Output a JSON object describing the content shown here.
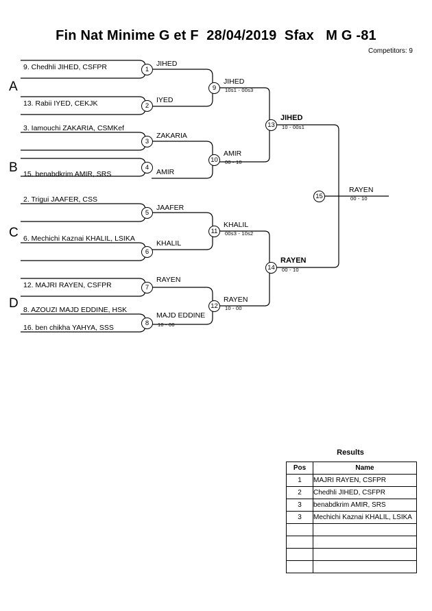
{
  "header": {
    "title": "Fin Nat Minime G et F  28/04/2019  Sfax   M G -81",
    "competitors": "Competitors: 9"
  },
  "groups": [
    {
      "label": "A"
    },
    {
      "label": "B"
    },
    {
      "label": "C"
    },
    {
      "label": "D"
    }
  ],
  "round1": [
    {
      "num": "1",
      "top_player": "",
      "bottom_player": "9. Chedhli JIHED, CSFPR",
      "winner": "JIHED",
      "score": ""
    },
    {
      "num": "2",
      "top_player": "13. Rabii IYED, CEKJK",
      "bottom_player": "",
      "winner": "IYED",
      "score": ""
    },
    {
      "num": "3",
      "top_player": "3. Iamouchi ZAKARIA, CSMKef",
      "bottom_player": "",
      "winner": "ZAKARIA",
      "score": ""
    },
    {
      "num": "4",
      "top_player": "",
      "bottom_player": "15. benabdkrim AMIR, SRS",
      "winner": "AMIR",
      "score": ""
    },
    {
      "num": "5",
      "top_player": "2. Trigui JAAFER, CSS",
      "bottom_player": "",
      "winner": "JAAFER",
      "score": ""
    },
    {
      "num": "6",
      "top_player": "6. Mechichi Kaznai KHALIL, LSIKA",
      "bottom_player": "",
      "winner": "KHALIL",
      "score": ""
    },
    {
      "num": "7",
      "top_player": "",
      "bottom_player": "12. MAJRI RAYEN, CSFPR",
      "winner": "RAYEN",
      "score": ""
    },
    {
      "num": "8",
      "top_player": "8. AZOUZI MAJD EDDINE, HSK",
      "bottom_player": "16. ben chikha YAHYA, SSS",
      "winner": "MAJD EDDINE",
      "score": "10 - 00"
    }
  ],
  "round2": [
    {
      "num": "9",
      "winner": "JIHED",
      "score": "10s1 - 00s3"
    },
    {
      "num": "10",
      "winner": "AMIR",
      "score": "00 - 10"
    },
    {
      "num": "11",
      "winner": "KHALIL",
      "score": "00s3 - 10s2"
    },
    {
      "num": "12",
      "winner": "RAYEN",
      "score": "10 - 00"
    }
  ],
  "semifinals": [
    {
      "num": "13",
      "winner": "JIHED",
      "score": "10 - 00s1"
    },
    {
      "num": "14",
      "winner": "RAYEN",
      "score": "00 - 10"
    }
  ],
  "final": {
    "num": "15",
    "winner": "RAYEN",
    "score": "00 - 10"
  },
  "results": {
    "title": "Results",
    "columns": [
      "Pos",
      "Name"
    ],
    "rows": [
      {
        "pos": "1",
        "name": "MAJRI RAYEN, CSFPR"
      },
      {
        "pos": "2",
        "name": "Chedhli JIHED, CSFPR"
      },
      {
        "pos": "3",
        "name": "benabdkrim AMIR, SRS"
      },
      {
        "pos": "3",
        "name": "Mechichi Kaznai KHALIL, LSIKA"
      },
      {
        "pos": "",
        "name": ""
      },
      {
        "pos": "",
        "name": ""
      },
      {
        "pos": "",
        "name": ""
      },
      {
        "pos": "",
        "name": ""
      }
    ]
  }
}
